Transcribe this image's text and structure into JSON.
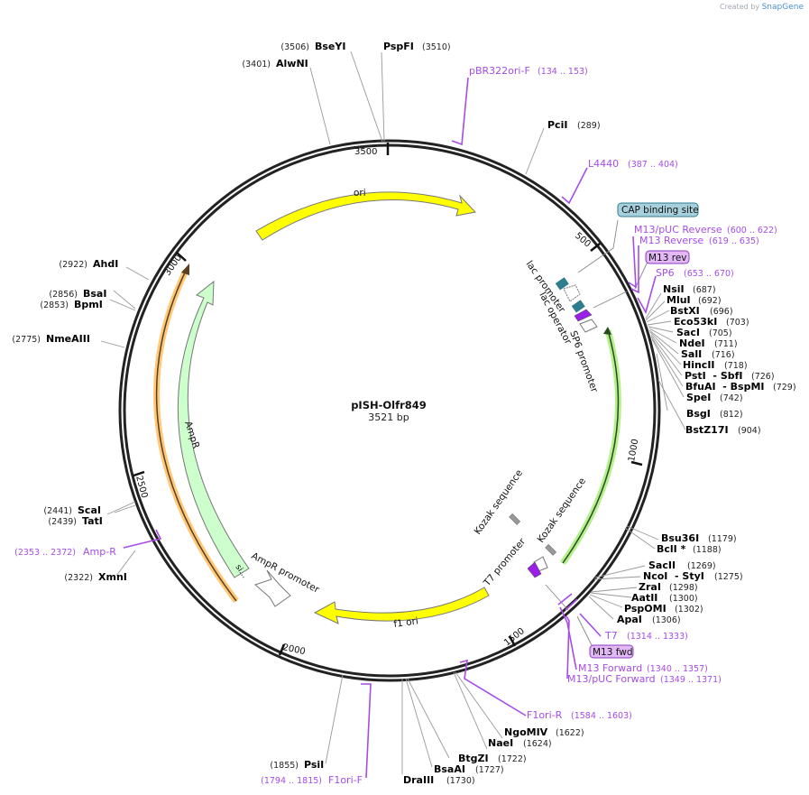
{
  "credit": {
    "prefix": "Created by",
    "brand": "SnapGene"
  },
  "plasmid": {
    "name": "pISH-Olfr849",
    "length_label": "3521 bp",
    "length": 3521
  },
  "ticks": [
    {
      "label": "500",
      "pos": 500
    },
    {
      "label": "1000",
      "pos": 1000
    },
    {
      "label": "1500",
      "pos": 1500
    },
    {
      "label": "2000",
      "pos": 2000
    },
    {
      "label": "2500",
      "pos": 2500
    },
    {
      "label": "3000",
      "pos": 3000
    },
    {
      "label": "3500",
      "pos": 3500
    }
  ],
  "features": [
    {
      "name": "ori",
      "color": "#ffff00"
    },
    {
      "name": "f1 ori",
      "color": "#ffff00"
    },
    {
      "name": "AmpR",
      "color": "#ccffcc"
    },
    {
      "name": "AmpR promoter",
      "color": "#ffffff"
    },
    {
      "name": "lac promoter",
      "color": "#ffffff"
    },
    {
      "name": "lac operator",
      "color": "#2e7d8f"
    },
    {
      "name": "SP6 promoter",
      "color": "#ffffff"
    },
    {
      "name": "T7 promoter",
      "color": "#ffffff"
    },
    {
      "name": "Kozak sequence",
      "color": "#999999"
    },
    {
      "name": "Kozak sequence",
      "color": "#999999"
    },
    {
      "name": "CAP binding site",
      "color": "#2e7d8f"
    },
    {
      "name": "si…",
      "color": "#ccffcc"
    }
  ],
  "labels": {
    "cap": "CAP binding site",
    "m13rev": "M13 rev",
    "m13fwd": "M13 fwd"
  },
  "enzymes_right": [
    {
      "name": "PciI",
      "pos": "(289)"
    },
    {
      "name": "NsiI",
      "pos": "(687)"
    },
    {
      "name": "MluI",
      "pos": "(692)"
    },
    {
      "name": "BstXI",
      "pos": "(696)"
    },
    {
      "name": "Eco53kI",
      "pos": "(703)"
    },
    {
      "name": "SacI",
      "pos": "(705)"
    },
    {
      "name": "NdeI",
      "pos": "(711)"
    },
    {
      "name": "SalI",
      "pos": "(716)"
    },
    {
      "name": "HincII",
      "pos": "(718)"
    },
    {
      "name": "PstI  - SbfI",
      "pos": "(726)"
    },
    {
      "name": "BfuAI  - BspMI",
      "pos": "(729)"
    },
    {
      "name": "SpeI",
      "pos": "(742)"
    },
    {
      "name": "BsgI",
      "pos": "(812)"
    },
    {
      "name": "BstZ17I",
      "pos": "(904)"
    },
    {
      "name": "Bsu36I",
      "pos": "(1179)"
    },
    {
      "name": "BclI *",
      "pos": "(1188)"
    },
    {
      "name": "SacII",
      "pos": "(1269)"
    },
    {
      "name": "NcoI  - StyI",
      "pos": "(1275)"
    },
    {
      "name": "ZraI",
      "pos": "(1298)"
    },
    {
      "name": "AatII",
      "pos": "(1300)"
    },
    {
      "name": "PspOMI",
      "pos": "(1302)"
    },
    {
      "name": "ApaI",
      "pos": "(1306)"
    },
    {
      "name": "NgoMIV",
      "pos": "(1622)"
    },
    {
      "name": "NaeI",
      "pos": "(1624)"
    },
    {
      "name": "BtgZI",
      "pos": "(1722)"
    },
    {
      "name": "BsaAI",
      "pos": "(1727)"
    },
    {
      "name": "DraIII",
      "pos": "(1730)"
    },
    {
      "name": "PspFI",
      "pos": "(3510)"
    }
  ],
  "enzymes_left": [
    {
      "name": "PsiI",
      "pos": "(1855)"
    },
    {
      "name": "XmnI",
      "pos": "(2322)"
    },
    {
      "name": "TatI",
      "pos": "(2439)"
    },
    {
      "name": "ScaI",
      "pos": "(2441)"
    },
    {
      "name": "NmeAIII",
      "pos": "(2775)"
    },
    {
      "name": "BpmI",
      "pos": "(2853)"
    },
    {
      "name": "BsaI",
      "pos": "(2856)"
    },
    {
      "name": "AhdI",
      "pos": "(2922)"
    },
    {
      "name": "AlwNI",
      "pos": "(3401)"
    },
    {
      "name": "BseYI",
      "pos": "(3506)"
    }
  ],
  "primers": [
    {
      "name": "pBR322ori-F",
      "range": "(134 .. 153)"
    },
    {
      "name": "L4440",
      "range": "(387 .. 404)"
    },
    {
      "name": "M13/pUC Reverse",
      "range": "(600 .. 622)"
    },
    {
      "name": "M13 Reverse",
      "range": "(619 .. 635)"
    },
    {
      "name": "SP6",
      "range": "(653 .. 670)"
    },
    {
      "name": "T7",
      "range": "(1314 .. 1333)"
    },
    {
      "name": "M13 Forward",
      "range": "(1340 .. 1357)"
    },
    {
      "name": "M13/pUC Forward",
      "range": "(1349 .. 1371)"
    },
    {
      "name": "F1ori-R",
      "range": "(1584 .. 1603)"
    },
    {
      "name": "F1ori-F",
      "range": "(1794 .. 1815)"
    },
    {
      "name": "Amp-R",
      "range": "(2353 .. 2372)"
    }
  ],
  "colors": {
    "backbone": "#222222",
    "primer": "#a64ce8",
    "ori": "#ffff00",
    "ampr": "#ccffcc",
    "orf_orange": "#ffc878",
    "orf_green": "#b4f08c",
    "teal": "#2e7d8f",
    "purple_promoter": "#9b1fe8",
    "kozak": "#999999",
    "label_box_teal": "#a8d0dc",
    "label_box_purple": "#e2b8f5"
  }
}
